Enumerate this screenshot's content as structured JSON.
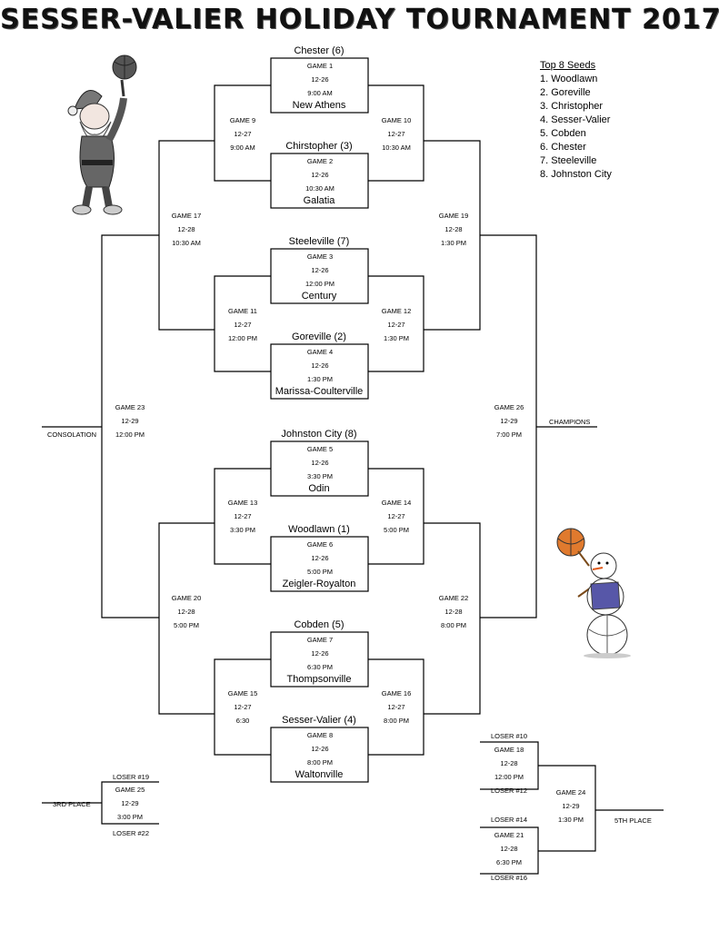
{
  "title": "SESSER-VALIER HOLIDAY TOURNAMENT 2017",
  "seeds": {
    "heading": "Top 8 Seeds",
    "items": [
      "1. Woodlawn",
      "2. Goreville",
      "3. Christopher",
      "4. Sesser-Valier",
      "5. Cobden",
      "6. Chester",
      "7. Steeleville",
      "8. Johnston City"
    ]
  },
  "first_round": [
    {
      "team_top": "Chester (6)",
      "game": "GAME 1",
      "date": "12-26",
      "time": "9:00 AM",
      "team_bottom": "New Athens"
    },
    {
      "team_top": "Chirstopher (3)",
      "game": "GAME 2",
      "date": "12-26",
      "time": "10:30 AM",
      "team_bottom": "Galatia"
    },
    {
      "team_top": "Steeleville (7)",
      "game": "GAME 3",
      "date": "12-26",
      "time": "12:00 PM",
      "team_bottom": "Century"
    },
    {
      "team_top": "Goreville (2)",
      "game": "GAME 4",
      "date": "12-26",
      "time": "1:30 PM",
      "team_bottom": "Marissa-Coulterville"
    },
    {
      "team_top": "Johnston City (8)",
      "game": "GAME 5",
      "date": "12-26",
      "time": "3:30 PM",
      "team_bottom": "Odin"
    },
    {
      "team_top": "Woodlawn (1)",
      "game": "GAME 6",
      "date": "12-26",
      "time": "5:00 PM",
      "team_bottom": "Zeigler-Royalton"
    },
    {
      "team_top": "Cobden (5)",
      "game": "GAME 7",
      "date": "12-26",
      "time": "6:30 PM",
      "team_bottom": "Thompsonville"
    },
    {
      "team_top": "Sesser-Valier (4)",
      "game": "GAME 8",
      "date": "12-26",
      "time": "8:00 PM",
      "team_bottom": "Waltonville"
    }
  ],
  "games": [
    {
      "game": "GAME 9",
      "date": "12-27",
      "time": "9:00 AM"
    },
    {
      "game": "GAME 10",
      "date": "12-27",
      "time": "10:30 AM"
    },
    {
      "game": "GAME 11",
      "date": "12-27",
      "time": "12:00 PM"
    },
    {
      "game": "GAME 12",
      "date": "12-27",
      "time": "1:30 PM"
    },
    {
      "game": "GAME 13",
      "date": "12-27",
      "time": "3:30 PM"
    },
    {
      "game": "GAME 14",
      "date": "12-27",
      "time": "5:00 PM"
    },
    {
      "game": "GAME 15",
      "date": "12-27",
      "time": "6:30"
    },
    {
      "game": "GAME 16",
      "date": "12-27",
      "time": "8:00 PM"
    },
    {
      "game": "GAME 17",
      "date": "12-28",
      "time": "10:30 AM"
    },
    {
      "game": "GAME 19",
      "date": "12-28",
      "time": "1:30 PM"
    },
    {
      "game": "GAME 20",
      "date": "12-28",
      "time": "5:00 PM"
    },
    {
      "game": "GAME 22",
      "date": "12-28",
      "time": "8:00 PM"
    },
    {
      "game": "GAME 23",
      "date": "12-29",
      "time": "12:00 PM"
    },
    {
      "game": "GAME 26",
      "date": "12-29",
      "time": "7:00 PM"
    },
    {
      "game": "GAME 25",
      "date": "12-29",
      "time": "3:00 PM"
    },
    {
      "game": "GAME 18",
      "date": "12-28",
      "time": "12:00 PM"
    },
    {
      "game": "GAME 21",
      "date": "12-28",
      "time": "6:30 PM"
    },
    {
      "game": "GAME 24",
      "date": "12-29",
      "time": "1:30 PM"
    }
  ],
  "labels": {
    "consolation": "CONSOLATION",
    "champions": "CHAMPIONS",
    "third_place": "3RD PLACE",
    "fifth_place": "5TH PLACE",
    "loser19": "LOSER #19",
    "loser22": "LOSER #22",
    "loser10": "LOSER #10",
    "loser12": "LOSER #12",
    "loser14": "LOSER #14",
    "loser16": "LOSER #16"
  }
}
